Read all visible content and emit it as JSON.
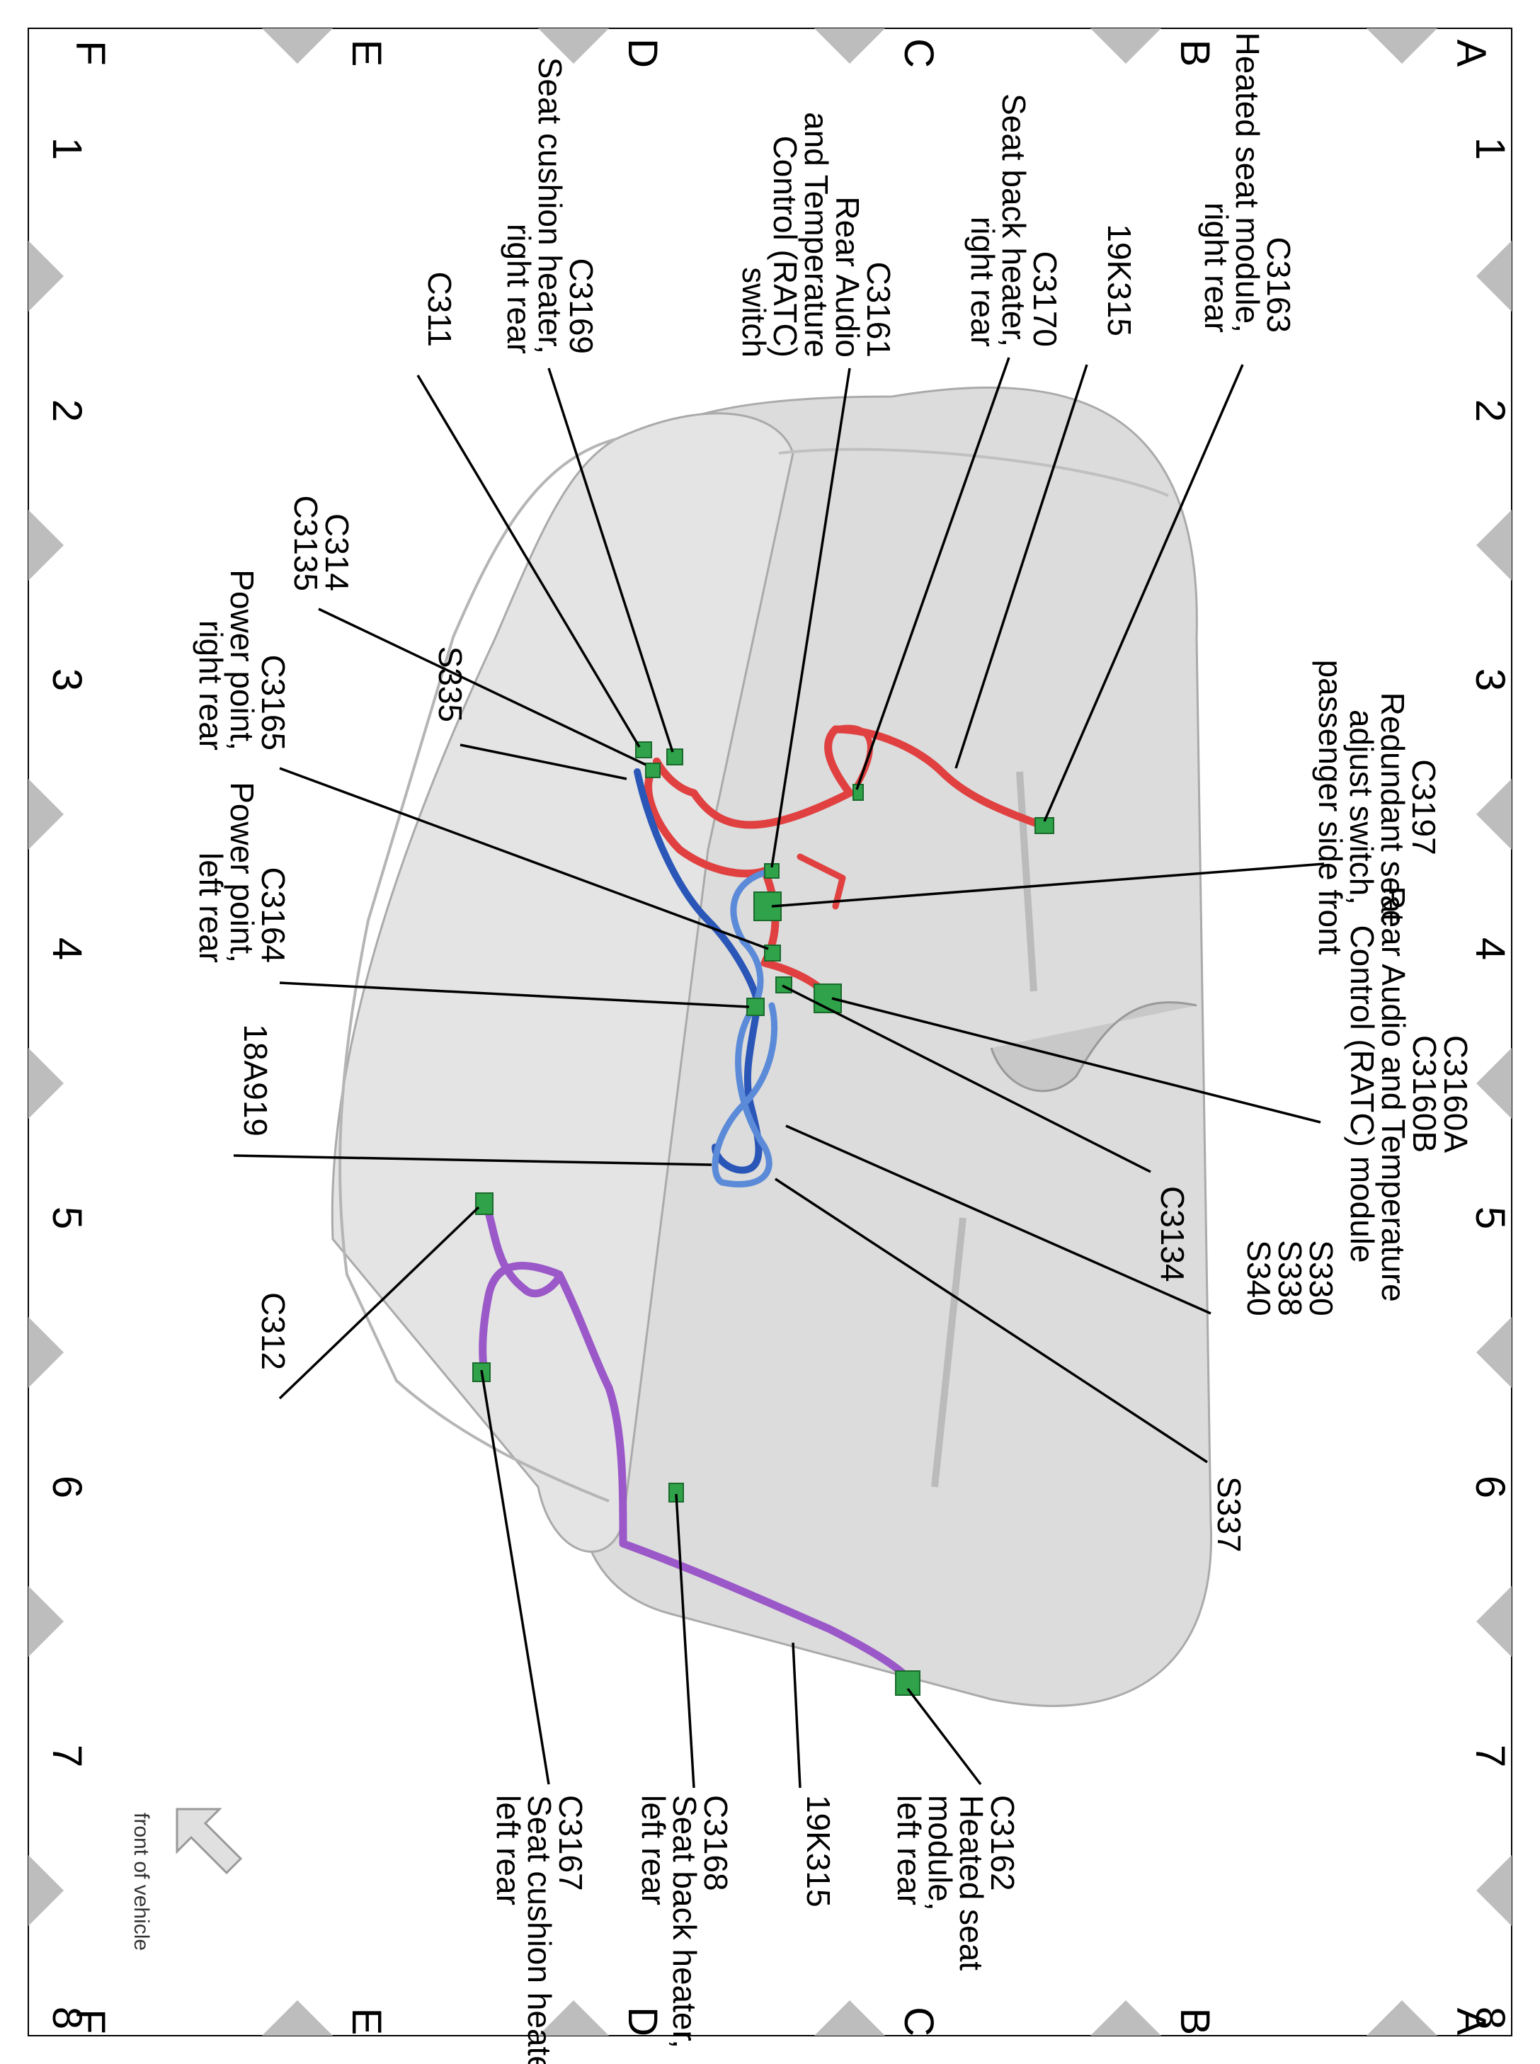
{
  "grid": {
    "rows": [
      "A",
      "B",
      "C",
      "D",
      "E",
      "F"
    ],
    "columns": [
      "1",
      "2",
      "3",
      "4",
      "5",
      "6",
      "7",
      "8"
    ]
  },
  "front_indicator": {
    "label": "front of vehicle",
    "icon": "arrow-icon"
  },
  "callouts": [
    {
      "id": "c3163",
      "lines": [
        "C3163",
        "Heated seat module,",
        "right rear"
      ]
    },
    {
      "id": "19k315-right",
      "lines": [
        "19K315"
      ]
    },
    {
      "id": "c3170",
      "lines": [
        "C3170",
        "Seat back heater,",
        "right rear"
      ]
    },
    {
      "id": "c3161",
      "lines": [
        "C3161",
        "Rear Audio",
        "and Temperature",
        "Control (RATC)",
        "switch"
      ]
    },
    {
      "id": "c3169",
      "lines": [
        "C3169",
        "Seat cushion heater,",
        "right rear"
      ]
    },
    {
      "id": "c311",
      "lines": [
        "C311"
      ]
    },
    {
      "id": "c314-c3135",
      "lines": [
        "C314",
        "C3135"
      ]
    },
    {
      "id": "s335",
      "lines": [
        "S335"
      ]
    },
    {
      "id": "c3165",
      "lines": [
        "C3165",
        "Power point,",
        "right rear"
      ]
    },
    {
      "id": "c3164",
      "lines": [
        "C3164",
        "Power point,",
        "left rear"
      ]
    },
    {
      "id": "18a919",
      "lines": [
        "18A919"
      ]
    },
    {
      "id": "c312",
      "lines": [
        "C312"
      ]
    },
    {
      "id": "c3167",
      "lines": [
        "C3167",
        "Seat cushion heater,",
        "left rear"
      ]
    },
    {
      "id": "c3168",
      "lines": [
        "C3168",
        "Seat back heater,",
        "left rear"
      ]
    },
    {
      "id": "19k315-left",
      "lines": [
        "19K315"
      ]
    },
    {
      "id": "c3162",
      "lines": [
        "C3162",
        "Heated seat",
        "module,",
        "left rear"
      ]
    },
    {
      "id": "c3197",
      "lines": [
        "C3197",
        "Redundant seat",
        "adjust switch,",
        "passenger side front"
      ]
    },
    {
      "id": "c3160",
      "lines": [
        "C3160A",
        "C3160B",
        "Rear Audio and Temperature",
        "Control (RATC) module"
      ]
    },
    {
      "id": "c3134",
      "lines": [
        "C3134"
      ]
    },
    {
      "id": "s330-s338-s340",
      "lines": [
        "S330",
        "S338",
        "S340"
      ]
    },
    {
      "id": "s337",
      "lines": [
        "S337"
      ]
    }
  ],
  "harness_colors": {
    "red": "#e04040",
    "blue": "#2a56b8",
    "light-blue": "#5a8ad8",
    "purple": "#9a58c8",
    "connector": "#2fa24a",
    "seat": "#dcdcdc"
  }
}
